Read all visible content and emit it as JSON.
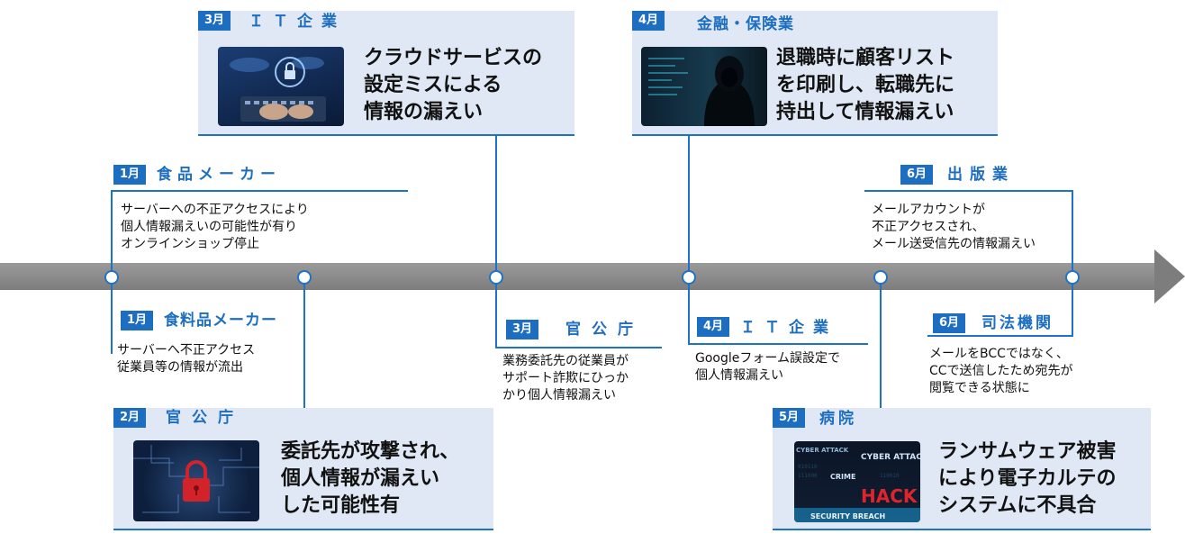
{
  "timeline_items": [
    {
      "id": "top-jan",
      "month": "1月",
      "category": "食品メーカー",
      "lines": [
        "サーバーへの不正アクセスにより",
        "個人情報漏えいの可能性が有り",
        "オンラインショップ停止"
      ]
    },
    {
      "id": "bot-jan",
      "month": "1月",
      "category": "食料品メーカー",
      "lines": [
        "サーバーへ不正アクセス",
        "従業員等の情報が流出"
      ]
    },
    {
      "id": "bot-feb",
      "month": "2月",
      "category": "官公庁",
      "lines": [
        "委託先が攻撃され、",
        "個人情報が漏えい",
        "した可能性有"
      ]
    },
    {
      "id": "top-mar",
      "month": "3月",
      "category": "ＩＴ企業",
      "lines": [
        "クラウドサービスの",
        "設定ミスによる",
        "情報の漏えい"
      ]
    },
    {
      "id": "bot-mar",
      "month": "3月",
      "category": "官公庁",
      "lines": [
        "業務委託先の従業員が",
        "サポート詐欺にひっか",
        "かり個人情報漏えい"
      ]
    },
    {
      "id": "top-apr",
      "month": "4月",
      "category": "金融・保険業",
      "lines": [
        "退職時に顧客リスト",
        "を印刷し、転職先に",
        "持出して情報漏えい"
      ]
    },
    {
      "id": "bot-apr",
      "month": "4月",
      "category": "ＩＴ企業",
      "lines": [
        "Googleフォーム誤設定で",
        "個人情報漏えい"
      ]
    },
    {
      "id": "bot-may",
      "month": "5月",
      "category": "病院",
      "lines": [
        "ランサムウェア被害",
        "により電子カルテの",
        "システムに不具合"
      ]
    },
    {
      "id": "top-jun",
      "month": "6月",
      "category": "出版業",
      "lines": [
        "メールアカウントが",
        "不正アクセスされ、",
        "メール送受信先の情報漏えい"
      ]
    },
    {
      "id": "bot-jun",
      "month": "6月",
      "category": "司法機関",
      "lines": [
        "メールをBCCではなく、",
        "CCで送信したため宛先が",
        "閲覧できる状態に"
      ]
    }
  ],
  "photos": {
    "cyber_attack_words": [
      "CYBER ATTACK",
      "CRIME",
      "HACK",
      "SECURITY BREACH"
    ]
  },
  "colors": {
    "accent": "#1d6ec0",
    "card_bg": "#dfe8f4",
    "timeline": "#8a8a8a"
  },
  "icons": [
    "lock-icon",
    "padlock-icon",
    "hooded-hacker-icon"
  ]
}
